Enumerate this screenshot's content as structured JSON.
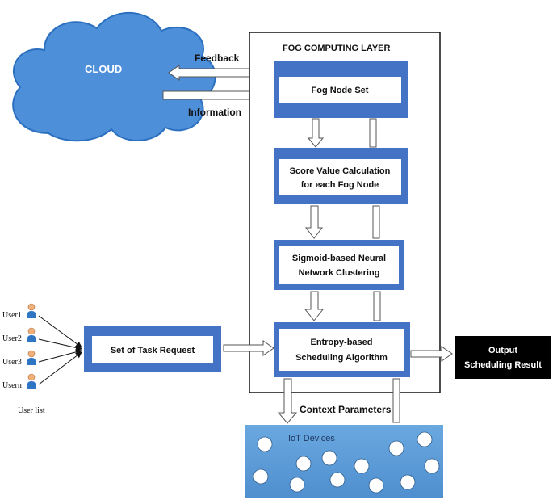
{
  "cloud_label": "CLOUD",
  "fog_layer_title": "FOG COMPUTING LAYER",
  "feedback_label": "Feedback",
  "information_label": "Information",
  "fog_node_set": "Fog Node Set",
  "score_value": [
    "Score Value Calculation",
    "for each Fog Node"
  ],
  "sigmoid": [
    "Sigmoid-based Neural",
    "Network Clustering"
  ],
  "entropy": [
    "Entropy-based",
    "Scheduling Algorithm"
  ],
  "task_request": "Set of Task Request",
  "output": [
    "Output",
    "Scheduling Result"
  ],
  "context_parameters": "Context Parameters",
  "iot_devices": "IoT Devices",
  "users": [
    "User1",
    "User2",
    "User3",
    "Usern"
  ],
  "user_list": "User list",
  "colors": {
    "cloud_fill": "#4e8fd9",
    "cloud_stroke": "#2b6fbf",
    "box_blue": "#4472c4",
    "iot_fill": "#5b9bd5",
    "output_bg": "#000000"
  }
}
